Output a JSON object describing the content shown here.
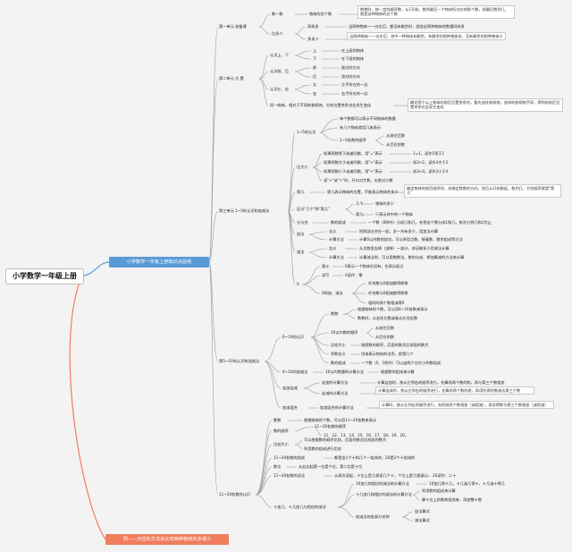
{
  "root": "小学数学一年级上册",
  "main_top": "小学数学一年级上册知识点总结",
  "main_bottom": "附——对应的方法来比较两种物体的多或少",
  "u1": {
    "title": "第一单元 准备课",
    "count": "数一数",
    "count_a": "物体的总个数",
    "count_b": "数数时，按一定的顺序数，从1开始，数到最后一个物体所对应的那个数，即最后数到几，就是这种物体的总个数",
    "more_less": "比多少",
    "same": "同样多",
    "same_desc": "当两种物体一一对应后，都没有剩余时，就说这两种物体的数量同样多",
    "ml": "多多少",
    "ml_desc": "当两种物体一一对应后，其中一种物体有剩余，有剩余的那种物体多，没有剩余的那种物体少"
  },
  "u2": {
    "title": "第二单元 位 置",
    "ud": "认识上、下",
    "up": "上",
    "up_d": "在上面的物体",
    "down": "下",
    "down_d": "在下面的物体",
    "fb": "认识前、后",
    "front": "前",
    "front_d": "面对的方向",
    "back": "后",
    "back_d": "背对的方向",
    "lr": "认识左、右",
    "left": "左",
    "left_d": "左手所在的一边",
    "right": "右",
    "right_d": "右手所在的一边",
    "same_obj": "同一物体，相对于不同的参照物，它的位置关系也会发生变化",
    "same_obj_d": "确定两个以上物体的前后位置关系时，要先选择参照物，选择的参照物不同，得到的前后位置关系也会发生变化"
  },
  "u3": {
    "title": "第三单元 1~5的认识和加减法",
    "r15": "1~5的认识",
    "r15_a": "每个数都可以表示不同物体的数量",
    "r15_b": "有几个物体就用几来表示",
    "r15_c": "1~5各数的顺序",
    "r15_c1": "从前往后数",
    "r15_c2": "从后往前数",
    "cmp": "比大小",
    "cmp_a": "如果两数等于或者同数，用\"=\"表示",
    "cmp_a2": "1=1，读作1等于1",
    "cmp_b": "如果两数大于或者同数，用\">\"表示",
    "cmp_b2": "如3>2，读作3大于2",
    "cmp_c": "如果两数小于或者同数，用\"<\"表示",
    "cmp_c2": "如3<4，读作3小于4",
    "cmp_d": "读\">\"或\"<\"时，开口对大数，尖角对小数",
    "ordinal": "第几",
    "ordinal_a": "第几表示物体的位置，不能表示物体的多少",
    "ordinal_b": "确定物体的前后顺序时，先确定数数的方向，然后从开始数起，数到几，它的顺序就是\"第几\"",
    "diff": "区分\"几个\"和\"第几\"",
    "diff_a": "几个",
    "diff_a2": "物体的多少",
    "diff_b": "第几",
    "diff_b2": "只表示其中的一个物体",
    "split": "分与合",
    "split_a": "数的组成",
    "split_a2": "一个数（0除外）分成几和几，先把这个数分成1和几，依次分到几和1为止",
    "add": "加法",
    "add_a": "含义",
    "add_a2": "把两部分合在一起，求一共有多少，用加法计算",
    "add_b": "计算方法",
    "add_b2": "计算5以内数的加法，可以采用点数、接着数、数的组成等方法",
    "sub": "减法",
    "sub_a": "含义",
    "sub_a2": "从总数里去掉（减掉）一部分，求还剩多少用减法计算",
    "sub_b": "计算方法",
    "sub_b2": "计算减法时，可以用数数法、数的分成、想加算减的方法来计算",
    "zero": "0",
    "zero_a": "意义",
    "zero_a2": "0表示一个物体也没有，也表示起点",
    "zero_b": "读写",
    "zero_b2": "0读作：零",
    "zero_c": "0的加、减法",
    "zero_c1": "任何数与0相加都得原数",
    "zero_c2": "任何数与0相减都得原数",
    "zero_c3": "相同的两个数相减得0"
  },
  "u5": {
    "title": "第5~10的认识和加减法",
    "r610": "6~10的认识",
    "r610_a": "数数",
    "r610_a2": "根据物体的个数，可以用6~10各数来表示",
    "r610_a3": "数数时，从右往左数或者从左往右数",
    "r610_b": "10以内数的顺序",
    "r610_b1": "从前往后数",
    "r610_b2": "从后往前数",
    "r610_c": "比较大小",
    "r610_c2": "按照数的顺序，后面的数总比前面的数大",
    "r610_d": "序数含义",
    "r610_d2": "用来表示物体的次序，即第几个",
    "r610_e": "数的组成",
    "r610_e2": "一个数（0、1除外）可以由两个比它小的数组成",
    "add610": "6~10的加减法",
    "add610_a": "10以内数量的计算方法",
    "add610_a2": "根据数的组成来计算",
    "cont": "连加连减",
    "cont_a": "连加的计算方法",
    "cont_a2": "计算连加时，按从左到右的顺序进行，先算前两个数的和，再与第三个数相加",
    "cont_b": "连减的计算方法",
    "cont_b2": "计算连减时，按从左到右的顺序进行，先算前两个数的差，再用所得的数减去第三个数",
    "mix": "加减混合",
    "mix_a": "加减混合的计算方法",
    "mix_a2": "计算时，按从左到右的顺序进行，先把前两个数相加（或相减），再用得数与第三个数相加（或相减）"
  },
  "u6": {
    "title": "11~20各数的认识",
    "a": "数数",
    "a2": "根据物体的个数，可以用11~20各数来表示",
    "b": "数的顺序",
    "b2": "11~20各数的顺序",
    "b3": "11、12、13、14、15、16、17、18、19、20。",
    "c": "比较大小",
    "c2": "可以根据数的顺序比较，后面的数总比前面的数大",
    "c3": "利用数的组成进行比较",
    "d": "11~20各数的组成",
    "d2": "都是由1个十和几个一组成的，20是2个十组成的",
    "e": "数位",
    "e2": "从右边起第一位是个位，第二位是十位",
    "f": "11~20各数的读法",
    "f2": "从高位读起，十位上是几就读几个十，个位上是几就读几",
    "f3": "20读作：二十",
    "g": "十加几、十几加几与相应的减法",
    "g1": "10加几和相应的减法的计算方法",
    "g1a": "10加几得十几，十几减几得十，十几减十得几",
    "g2": "十几加几和相应的减法的计算方法",
    "g2a": "利用数的组成来计算",
    "g2b": "算十位上的数和组成来，再加整十数",
    "g3": "加减法的各部分名称",
    "g3a": "加法算式",
    "g3b": "减法算式"
  }
}
